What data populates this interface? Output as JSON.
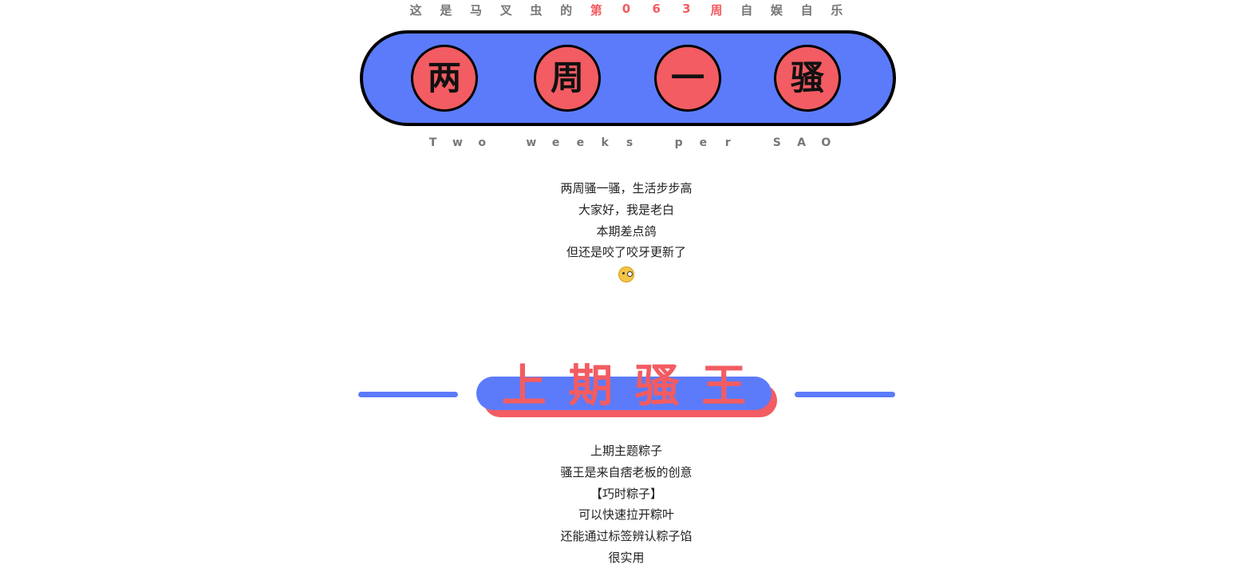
{
  "header": {
    "episode_chars": [
      "这",
      "是",
      "马",
      "叉",
      "虫",
      "的",
      "第",
      "0",
      "6",
      "3",
      "周",
      "自",
      "娱",
      "自",
      "乐"
    ],
    "highlight_range": [
      6,
      10
    ],
    "accent_color": "#f25c62",
    "blue_color": "#5b7bfb"
  },
  "logo": {
    "chars": [
      "两",
      "周",
      "一",
      "骚"
    ]
  },
  "subtitle": {
    "chars": [
      "T",
      "w",
      "o",
      "",
      "w",
      "e",
      "e",
      "k",
      "s",
      "",
      "p",
      "e",
      "r",
      "",
      "S",
      "A",
      "O"
    ]
  },
  "intro": {
    "lines": [
      "两周骚一骚，生活步步高",
      "大家好，我是老白",
      "本期差点鸽",
      "但还是咬了咬牙更新了"
    ],
    "emoji": "woozy-face-icon"
  },
  "section": {
    "title_chars": [
      "上",
      "期",
      "骚",
      "王"
    ]
  },
  "body": {
    "lines": [
      "上期主题粽子",
      "骚王是来自痞老板的创意",
      "【巧时粽子】",
      "可以快速拉开粽叶",
      "还能通过标签辨认粽子馅",
      "很实用"
    ]
  }
}
